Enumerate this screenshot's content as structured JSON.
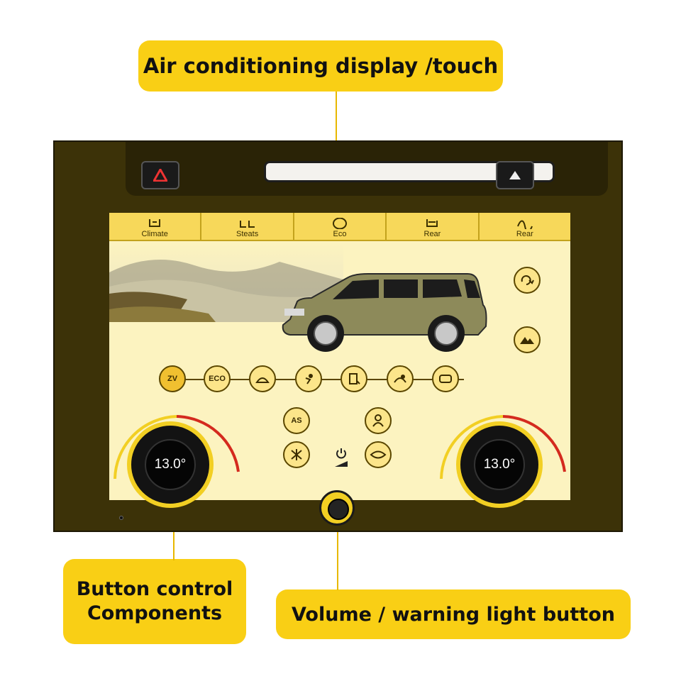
{
  "callouts": {
    "display_touch": "Air conditioning display /touch",
    "button_control_line1": "Button control",
    "button_control_line2": "Components",
    "volume_warning": "Volume / warning light button"
  },
  "tabs": [
    {
      "label": "Climate",
      "icon": "seat-climate-icon"
    },
    {
      "label": "Steats",
      "icon": "seats-icon"
    },
    {
      "label": "Eco",
      "icon": "recirculation-icon"
    },
    {
      "label": "Rear",
      "icon": "rear-seat-icon"
    },
    {
      "label": "Rear",
      "icon": "rear-climate-icon"
    }
  ],
  "mode_row": {
    "zone_label": "ZV",
    "eco_label": "ECO"
  },
  "lower_buttons": {
    "auto_label": "AS"
  },
  "knobs": {
    "left_temp": "13.0°",
    "right_temp": "13.0°"
  },
  "colors": {
    "accent": "#f9cf15",
    "bezel": "#3c3208",
    "screen": "#fcf3c0",
    "tab": "#f7d85a"
  }
}
